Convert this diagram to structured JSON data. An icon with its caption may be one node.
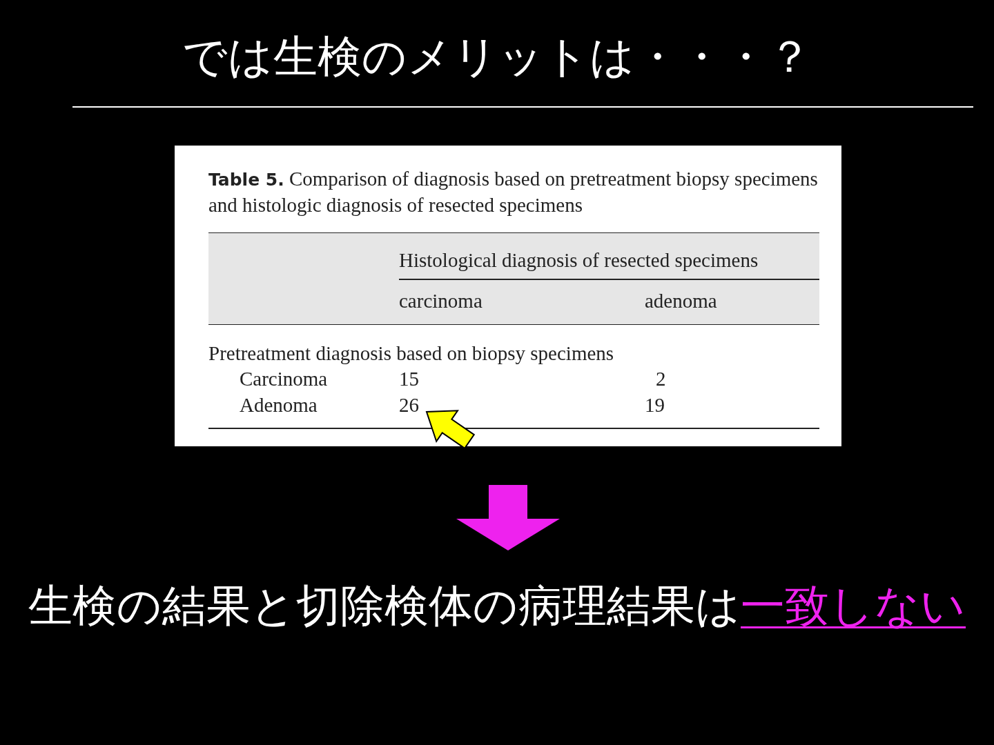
{
  "diagram": {
    "title": "では生検のメリットは・・・？",
    "nodes": [
      {
        "text": [
          "**Table 5.** Comparison of diagnosis based on pretreatment biopsy specimens and histologic diagnosis of resected specimens"
        ]
      },
      {
        "text": [
          "26"
        ],
        "in": 0
      },
      {
        "text": [
          "生検の結果と切除検体の病理結果は",
          "一致しない"
        ]
      }
    ],
    "edges": [
      {
        "from": null,
        "to": 1,
        "arrow": "to",
        "style": "thick",
        "color": "#ffff00"
      },
      {
        "from": 0,
        "to": 2,
        "arrow": "to",
        "style": "thick",
        "color": "#ee22ee"
      }
    ],
    "labels": [
      "Histological diagnosis of resected specimens",
      "carcinoma",
      "adenoma",
      "Pretreatment diagnosis based on biopsy specimens",
      "Carcinoma",
      "15",
      "2",
      "Adenoma",
      "19"
    ]
  }
}
